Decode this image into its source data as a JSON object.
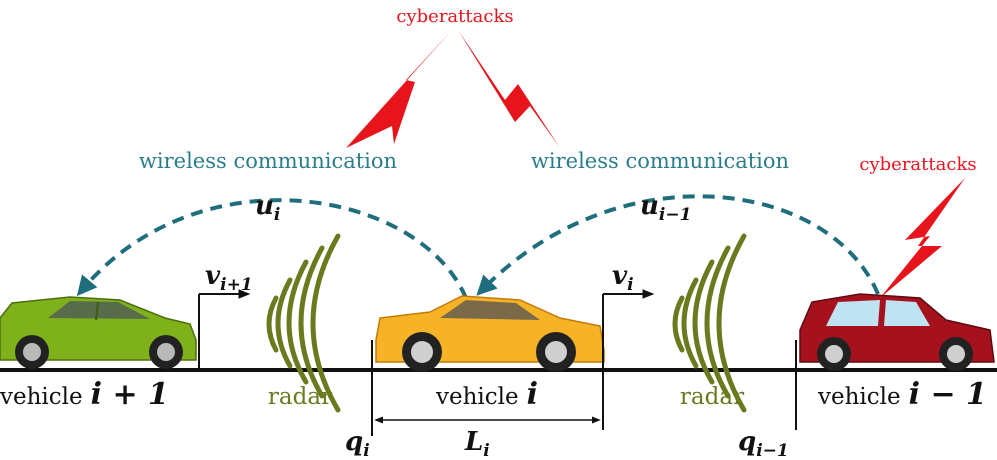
{
  "labels": {
    "cyberattacks_top": "cyberattacks",
    "cyberattacks_right": "cyberattacks",
    "wireless_left": "wireless communication",
    "wireless_right": "wireless communication",
    "u_i": "u",
    "u_i_sub": "i",
    "u_im1": "u",
    "u_im1_sub": "i−1",
    "v_ip1": "v",
    "v_ip1_sub": "i+1",
    "v_i": "v",
    "v_i_sub": "i",
    "radar_left": "radar",
    "radar_right": "radar",
    "vehicle_left_word": "vehicle",
    "vehicle_left_index": "i + 1",
    "vehicle_mid_word": "vehicle",
    "vehicle_mid_index": "i",
    "vehicle_right_word": "vehicle",
    "vehicle_right_index": "i − 1",
    "q_i": "q",
    "q_i_sub": "i",
    "L_i": "L",
    "L_i_sub": "i",
    "q_im1": "q",
    "q_im1_sub": "i−1"
  },
  "colors": {
    "attack": "#e8141b",
    "wireless": "#1f6e7d",
    "radar": "#6b7a1f",
    "car_left": "#7fb21a",
    "car_mid": "#f6b325",
    "car_right": "#a5121e",
    "road": "#111111"
  },
  "icons": {
    "attack": "lightning-bolt-icon",
    "radar": "radar-waves-icon",
    "car": "car-icon"
  }
}
